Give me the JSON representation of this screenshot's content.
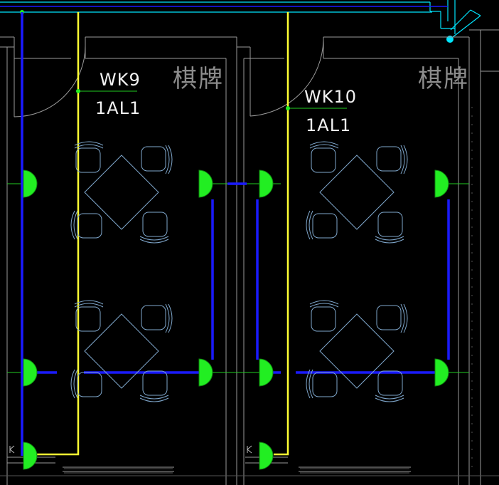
{
  "circuits": [
    {
      "id": "WK9",
      "panel": "1AL1"
    },
    {
      "id": "WK10",
      "panel": "1AL1"
    }
  ],
  "rooms": [
    {
      "label": "棋牌"
    },
    {
      "label": "棋牌"
    }
  ],
  "colors": {
    "background": "#000000",
    "wall": "#9a9a9a",
    "wire_yellow": "#ffff33",
    "wire_blue": "#1a1aff",
    "lamp_green": "#22ee22",
    "cyan": "#00ffff",
    "furniture": "#7fa7cc",
    "leader_green": "#22cc22"
  }
}
